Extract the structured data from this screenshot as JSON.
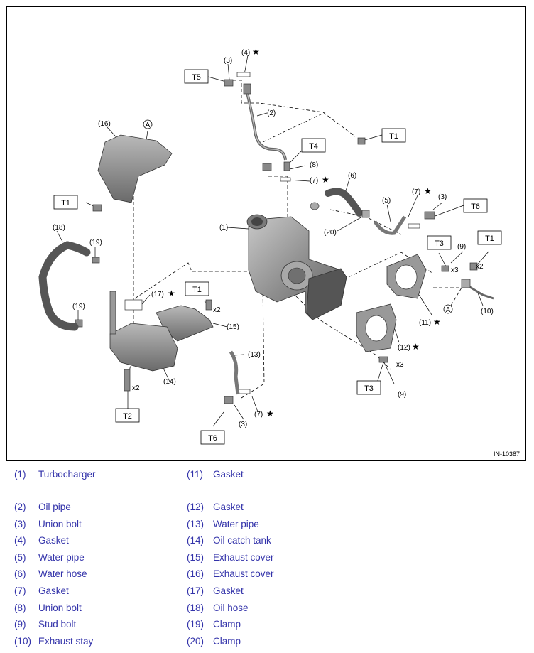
{
  "diagram": {
    "reference_id": "IN-10387",
    "torque_boxes": [
      "T5",
      "T1",
      "T4",
      "T1",
      "T6",
      "T3",
      "T1",
      "T1",
      "T2",
      "T3",
      "T6"
    ],
    "callouts": [
      "(1)",
      "(2)",
      "(3)",
      "(4)",
      "(5)",
      "(6)",
      "(7)",
      "(8)",
      "(9)",
      "(10)",
      "(11)",
      "(12)",
      "(13)",
      "(14)",
      "(15)",
      "(16)",
      "(17)",
      "(18)",
      "(19)",
      "(20)"
    ],
    "quantity_marks": [
      "x2",
      "x3",
      "x2",
      "x2",
      "x3"
    ],
    "view_marker": "A"
  },
  "legend": {
    "left": [
      {
        "num": "(1)",
        "name": "Turbocharger"
      },
      {
        "num": "(2)",
        "name": "Oil pipe"
      },
      {
        "num": "(3)",
        "name": "Union bolt"
      },
      {
        "num": "(4)",
        "name": "Gasket"
      },
      {
        "num": "(5)",
        "name": "Water pipe"
      },
      {
        "num": "(6)",
        "name": "Water hose"
      },
      {
        "num": "(7)",
        "name": "Gasket"
      },
      {
        "num": "(8)",
        "name": "Union bolt"
      },
      {
        "num": "(9)",
        "name": "Stud bolt"
      },
      {
        "num": "(10)",
        "name": "Exhaust stay"
      }
    ],
    "right": [
      {
        "num": "(11)",
        "name": "Gasket"
      },
      {
        "num": "(12)",
        "name": "Gasket"
      },
      {
        "num": "(13)",
        "name": "Water pipe"
      },
      {
        "num": "(14)",
        "name": "Oil catch tank"
      },
      {
        "num": "(15)",
        "name": "Exhaust cover"
      },
      {
        "num": "(16)",
        "name": "Exhaust cover"
      },
      {
        "num": "(17)",
        "name": "Gasket"
      },
      {
        "num": "(18)",
        "name": "Oil hose"
      },
      {
        "num": "(19)",
        "name": "Clamp"
      },
      {
        "num": "(20)",
        "name": "Clamp"
      }
    ]
  },
  "colors": {
    "legend_text": "#3333aa",
    "part_fill": "#9a9a9a",
    "part_dark": "#6e6e6e"
  }
}
